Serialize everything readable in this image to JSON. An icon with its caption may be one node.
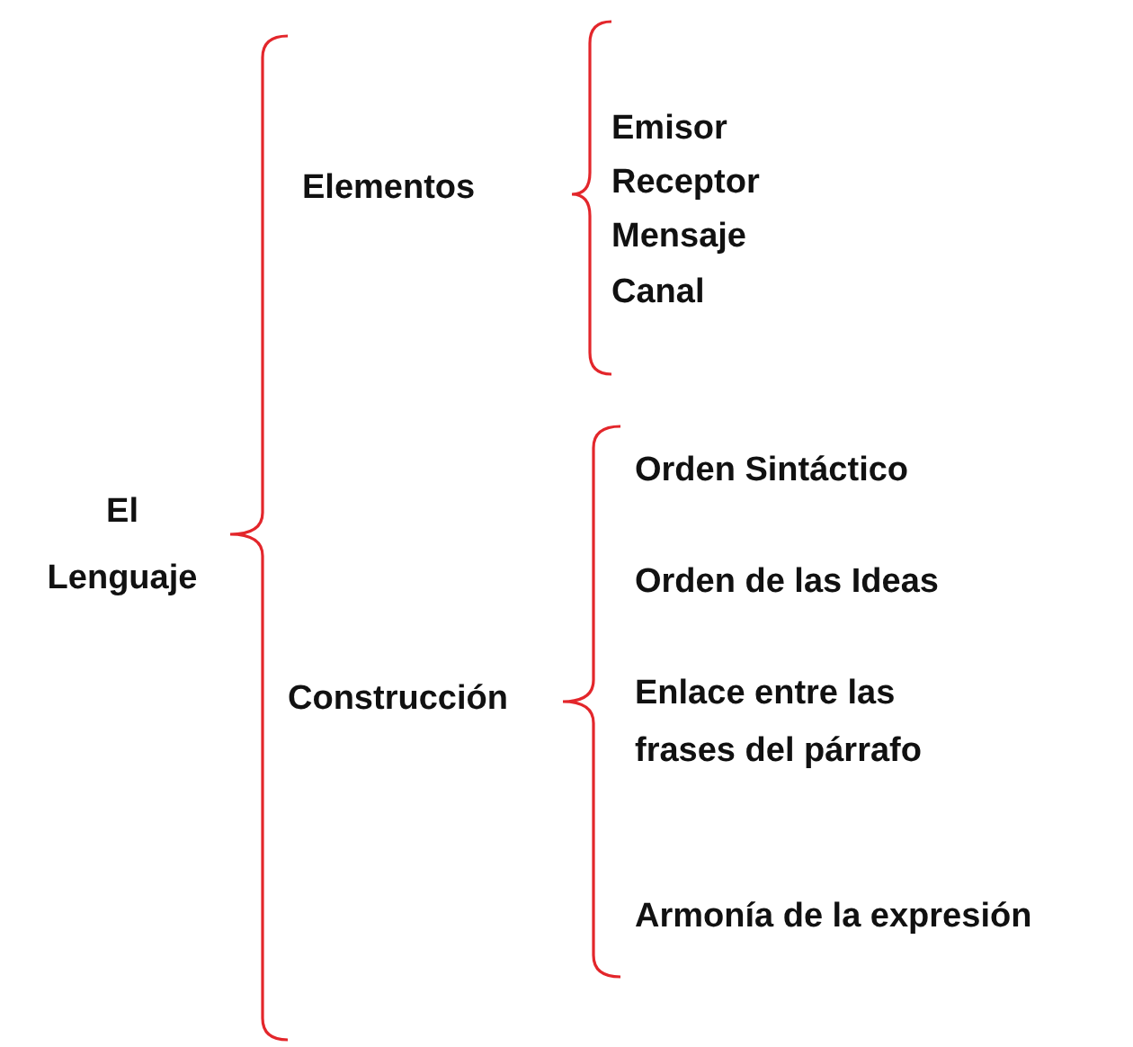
{
  "diagram": {
    "labels": [
      "El Lenguaje",
      "Elementos",
      "Emisor",
      "Receptor",
      "Mensaje",
      "Canal",
      "Construcción",
      "Orden Sintáctico",
      "Orden de las Ideas",
      "Enlace entre las frases del párrafo",
      "Armonía de la expresión"
    ]
  }
}
